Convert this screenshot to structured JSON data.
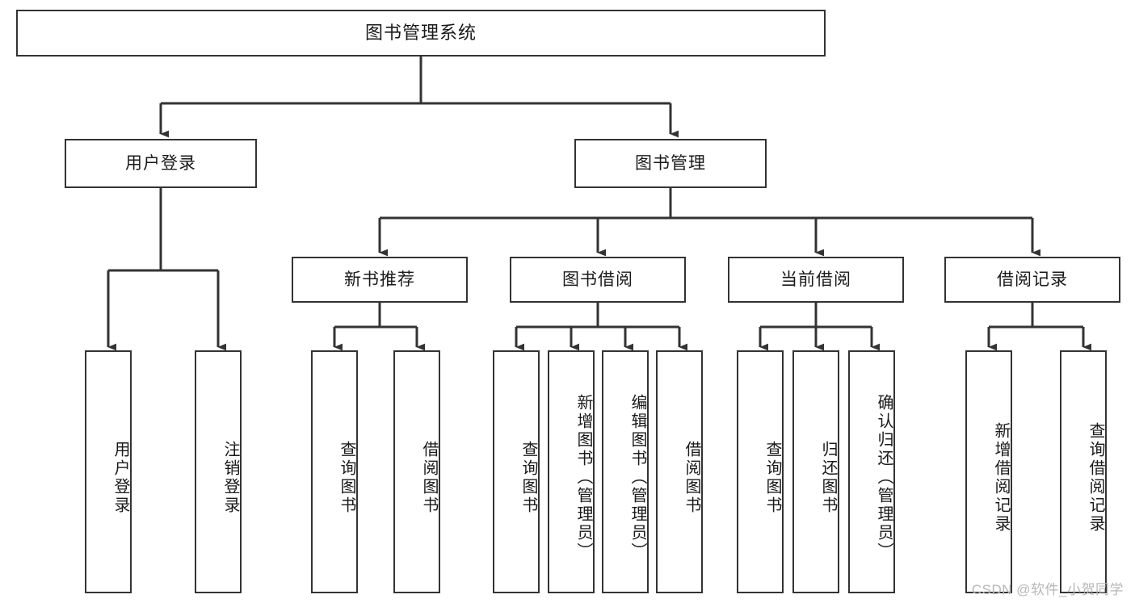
{
  "diagram": {
    "type": "tree-hierarchy",
    "title": "图书管理系统",
    "watermark": "CSDN @软件_小贺同学",
    "colors": {
      "box_border": "#333333",
      "box_fill": "#ffffff",
      "edge": "#333333",
      "text": "#1a1a1a",
      "watermark": "#b7b7b7"
    },
    "nodes": {
      "root": {
        "label": "图书管理系统",
        "level": 1,
        "orientation": "horizontal"
      },
      "user_login": {
        "label": "用户登录",
        "level": 2,
        "orientation": "horizontal"
      },
      "book_manage": {
        "label": "图书管理",
        "level": 2,
        "orientation": "horizontal"
      },
      "new_book_rec": {
        "label": "新书推荐",
        "level": 3,
        "orientation": "horizontal"
      },
      "book_borrow": {
        "label": "图书借阅",
        "level": 3,
        "orientation": "horizontal"
      },
      "current_borrow": {
        "label": "当前借阅",
        "level": 3,
        "orientation": "horizontal"
      },
      "borrow_record": {
        "label": "借阅记录",
        "level": 3,
        "orientation": "horizontal"
      },
      "leaf_user_login": {
        "label": "用户登录",
        "level": 3,
        "orientation": "vertical"
      },
      "leaf_logout": {
        "label": "注销登录",
        "level": 3,
        "orientation": "vertical"
      },
      "leaf_query_book_1": {
        "label": "查询图书",
        "level": 4,
        "orientation": "vertical"
      },
      "leaf_borrow_book_1": {
        "label": "借阅图书",
        "level": 4,
        "orientation": "vertical"
      },
      "leaf_query_book_2": {
        "label": "查询图书",
        "level": 4,
        "orientation": "vertical"
      },
      "leaf_add_book": {
        "label": "新增图书（管理员）",
        "level": 4,
        "orientation": "vertical"
      },
      "leaf_edit_book": {
        "label": "编辑图书（管理员）",
        "level": 4,
        "orientation": "vertical"
      },
      "leaf_borrow_book_2": {
        "label": "借阅图书",
        "level": 4,
        "orientation": "vertical"
      },
      "leaf_query_book_3": {
        "label": "查询图书",
        "level": 4,
        "orientation": "vertical"
      },
      "leaf_return_book": {
        "label": "归还图书",
        "level": 4,
        "orientation": "vertical"
      },
      "leaf_confirm_return": {
        "label": "确认归还（管理员）",
        "level": 4,
        "orientation": "vertical"
      },
      "leaf_add_record": {
        "label": "新增借阅记录",
        "level": 4,
        "orientation": "vertical"
      },
      "leaf_query_record": {
        "label": "查询借阅记录",
        "level": 4,
        "orientation": "vertical"
      }
    },
    "edges": [
      {
        "from": "root",
        "to": "user_login"
      },
      {
        "from": "root",
        "to": "book_manage"
      },
      {
        "from": "user_login",
        "to": "leaf_user_login"
      },
      {
        "from": "user_login",
        "to": "leaf_logout"
      },
      {
        "from": "book_manage",
        "to": "new_book_rec"
      },
      {
        "from": "book_manage",
        "to": "book_borrow"
      },
      {
        "from": "book_manage",
        "to": "current_borrow"
      },
      {
        "from": "book_manage",
        "to": "borrow_record"
      },
      {
        "from": "new_book_rec",
        "to": "leaf_query_book_1"
      },
      {
        "from": "new_book_rec",
        "to": "leaf_borrow_book_1"
      },
      {
        "from": "book_borrow",
        "to": "leaf_query_book_2"
      },
      {
        "from": "book_borrow",
        "to": "leaf_add_book"
      },
      {
        "from": "book_borrow",
        "to": "leaf_edit_book"
      },
      {
        "from": "book_borrow",
        "to": "leaf_borrow_book_2"
      },
      {
        "from": "current_borrow",
        "to": "leaf_query_book_3"
      },
      {
        "from": "current_borrow",
        "to": "leaf_return_book"
      },
      {
        "from": "current_borrow",
        "to": "leaf_confirm_return"
      },
      {
        "from": "borrow_record",
        "to": "leaf_add_record"
      },
      {
        "from": "borrow_record",
        "to": "leaf_query_record"
      }
    ]
  }
}
